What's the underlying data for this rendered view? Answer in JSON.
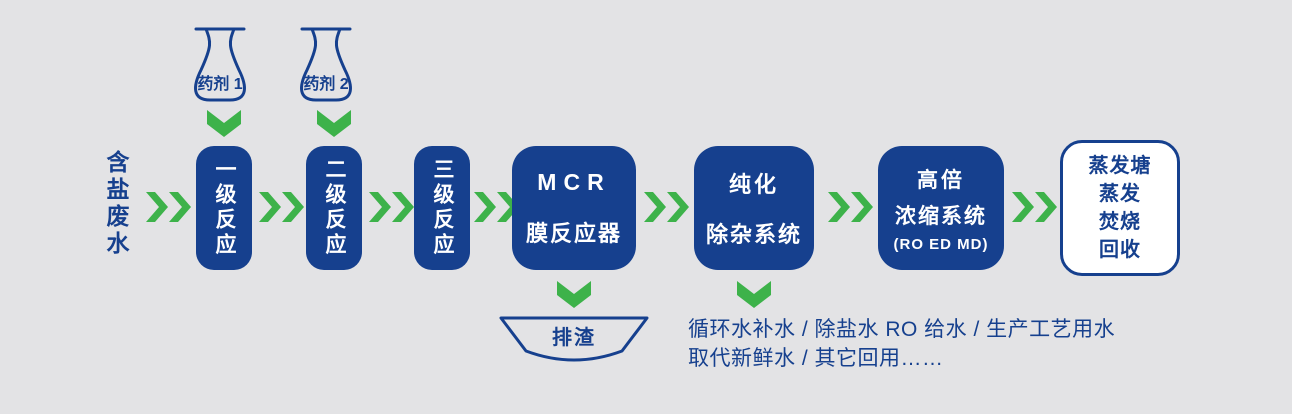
{
  "colors": {
    "background": "#e3e3e5",
    "navy": "#16408e",
    "green": "#3db24a",
    "white": "#ffffff"
  },
  "source": {
    "label": "含盐废水"
  },
  "reagent1": {
    "label": "药剂 1"
  },
  "reagent2": {
    "label": "药剂 2"
  },
  "stage1": {
    "label": "一级反应"
  },
  "stage2": {
    "label": "二级反应"
  },
  "stage3": {
    "label": "三级反应"
  },
  "mcr": {
    "line1": "MCR",
    "line2": "膜反应器"
  },
  "purify": {
    "line1": "纯化",
    "line2": "除杂系统"
  },
  "concentrate": {
    "line1": "高倍",
    "line2": "浓缩系统",
    "line3": "(RO ED MD)"
  },
  "disposal": {
    "line1": "蒸发塘",
    "line2": "蒸发",
    "line3": "焚烧",
    "line4": "回收"
  },
  "slag": {
    "label": "排渣"
  },
  "reuse": {
    "line1": "循环水补水 / 除盐水 RO 给水 / 生产工艺用水",
    "line2": "取代新鲜水 / 其它回用……"
  }
}
